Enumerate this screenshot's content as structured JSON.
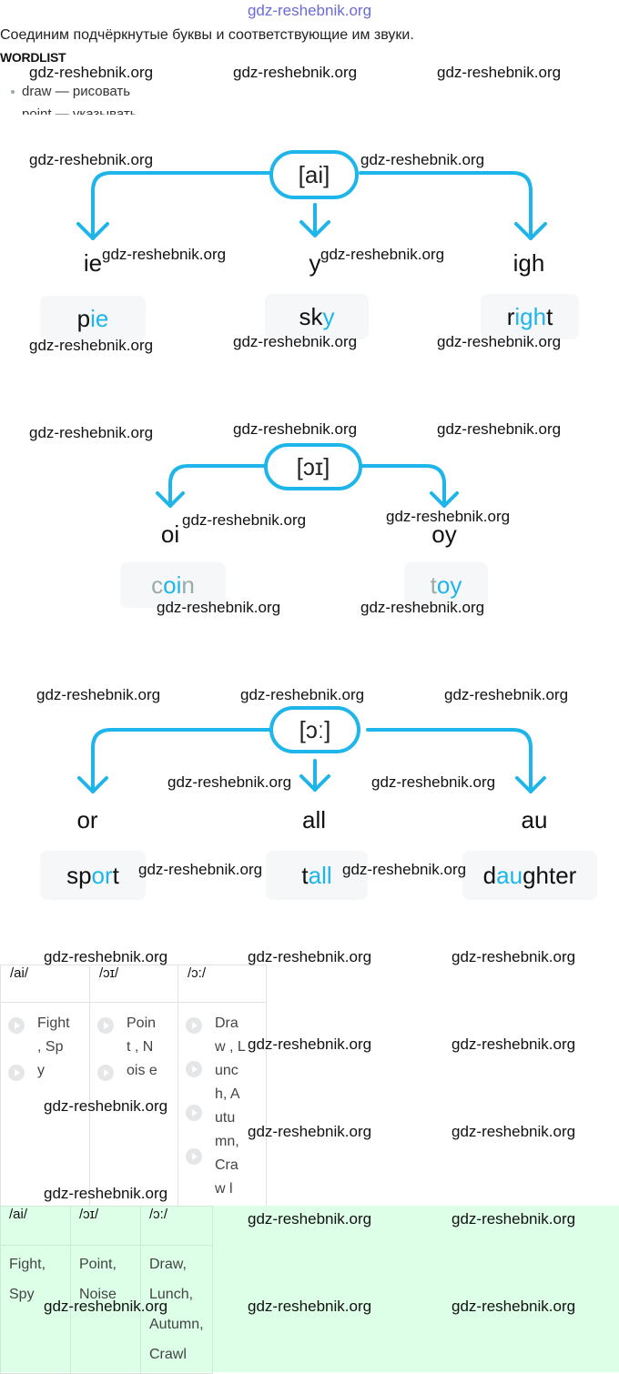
{
  "site": "gdz-reshebnik.org",
  "watermark": "gdz-reshebnik.org",
  "intro": "Соединим подчёркнутые буквы и соответствующие им звуки.",
  "wordlist": {
    "heading": "WORDLIST",
    "items": [
      "draw — рисовать",
      "point — указывать"
    ]
  },
  "accent_color": "#1db5ea",
  "groups": [
    {
      "sound": "[ai]",
      "spellings": [
        "ie",
        "y",
        "igh"
      ],
      "words": [
        {
          "pre": "p",
          "hl": "ie",
          "post": ""
        },
        {
          "pre": "sk",
          "hl": "y",
          "post": ""
        },
        {
          "pre": "r",
          "hl": "igh",
          "post": "t"
        }
      ]
    },
    {
      "sound": "[ɔɪ]",
      "spellings": [
        "oi",
        "oy"
      ],
      "words": [
        {
          "pre": "c",
          "hl": "oi",
          "post": "n"
        },
        {
          "pre": "t",
          "hl": "oy",
          "post": ""
        }
      ]
    },
    {
      "sound": "[ɔː]",
      "spellings": [
        "or",
        "all",
        "au"
      ],
      "words": [
        {
          "pre": "sp",
          "hl": "or",
          "post": "t"
        },
        {
          "pre": "t",
          "hl": "all",
          "post": ""
        },
        {
          "pre": "d",
          "hl": "au",
          "post": "ghter"
        }
      ]
    }
  ],
  "table_audio": {
    "headers": [
      "/ai/",
      "/ɔɪ/",
      "/ɔ:/"
    ],
    "cells": [
      "Fight , Spy",
      "Point , Nois e",
      "Draw , Lunc h, Autu mn, Craw l"
    ]
  },
  "table_answer": {
    "headers": [
      "/ai/",
      "/ɔɪ/",
      "/ɔ:/"
    ],
    "cells": [
      [
        "Fight,",
        "Spy"
      ],
      [
        "Point,",
        "Noise"
      ],
      [
        "Draw,",
        "Lunch,",
        "Autumn,",
        "Crawl"
      ]
    ]
  }
}
